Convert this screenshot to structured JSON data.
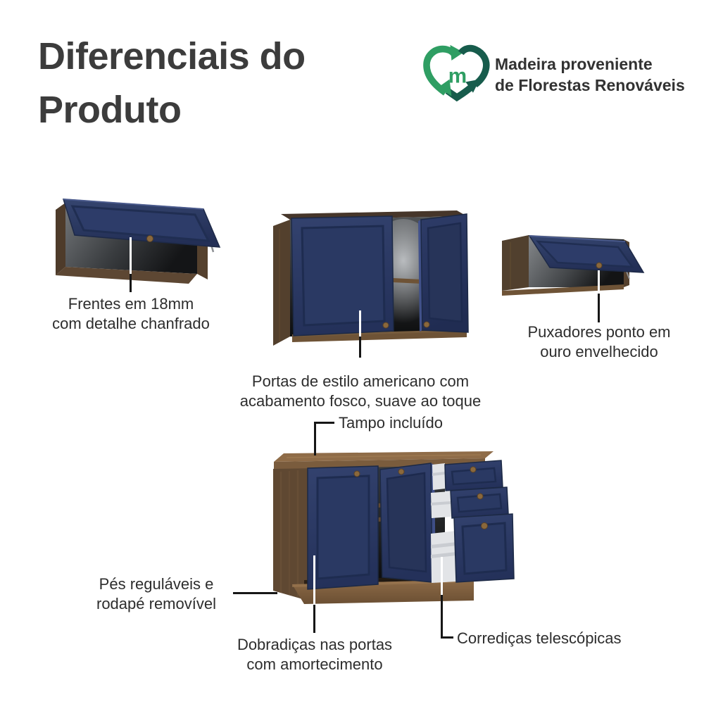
{
  "header": {
    "title_line1": "Diferenciais do",
    "title_line2": "Produto"
  },
  "eco_badge": {
    "icon": "recycle-heart-icon",
    "letter": "m",
    "line1": "Madeira proveniente",
    "line2": "de Florestas Renováveis"
  },
  "features": {
    "fronts": {
      "line1": "Frentes em 18mm",
      "line2": "com detalhe chanfrado"
    },
    "doors": {
      "line1": "Portas de estilo americano com",
      "line2": "acabamento fosco, suave ao toque"
    },
    "handles": {
      "line1": "Puxadores ponto em",
      "line2": "ouro envelhecido"
    },
    "countertop": {
      "line1": "Tampo incluído"
    },
    "feet": {
      "line1": "Pés reguláveis e",
      "line2": "rodapé removível"
    },
    "hinges": {
      "line1": "Dobradiças nas portas",
      "line2": "com amortecimento"
    },
    "slides": {
      "line1": "Corrediças telescópicas"
    }
  },
  "colors": {
    "navy_door": "#2b3a66",
    "navy_edge": "#1c2945",
    "wood_side": "#5f4832",
    "wood_top": "#8f6c48",
    "knob_gold": "#8a683c",
    "green": "#2f9e63",
    "dark_green": "#175c4c",
    "title_text": "#3c3c3c",
    "label_text": "#2d2d2d",
    "connector": "#161616"
  }
}
